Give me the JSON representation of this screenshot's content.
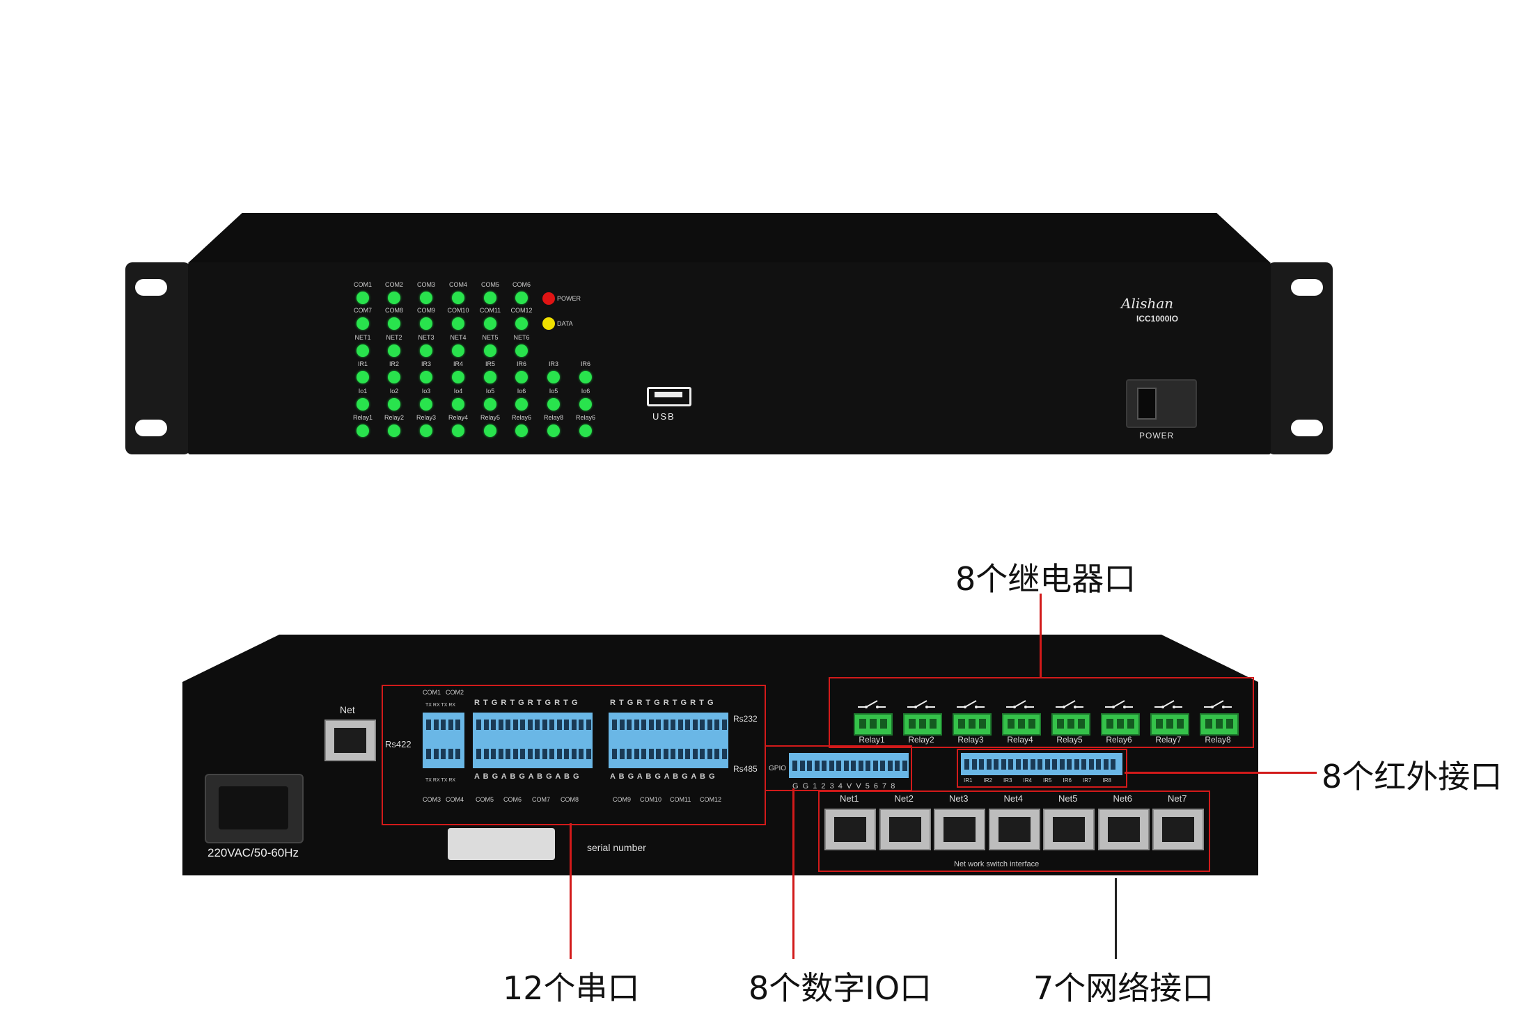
{
  "front": {
    "led_rows": [
      {
        "labels": [
          "COM1",
          "COM2",
          "COM3",
          "COM4",
          "COM5",
          "COM6"
        ],
        "count": 6
      },
      {
        "labels": [
          "COM7",
          "COM8",
          "COM9",
          "COM10",
          "COM11",
          "COM12"
        ],
        "count": 6
      },
      {
        "labels": [
          "NET1",
          "NET2",
          "NET3",
          "NET4",
          "NET5",
          "NET6"
        ],
        "count": 6
      },
      {
        "labels": [
          "IR1",
          "IR2",
          "IR3",
          "IR4",
          "IR5",
          "IR6",
          "IR3",
          "IR6"
        ],
        "count": 8
      },
      {
        "labels": [
          "Io1",
          "Io2",
          "Io3",
          "Io4",
          "Io5",
          "Io6",
          "Io5",
          "Io6"
        ],
        "count": 8
      },
      {
        "labels": [
          "Relay1",
          "Relay2",
          "Relay3",
          "Relay4",
          "Relay5",
          "Relay6",
          "Relay8",
          "Relay6"
        ],
        "count": 8
      }
    ],
    "power_led_label": "POWER",
    "data_led_label": "DATA",
    "usb_label": "USB",
    "brand": "Alishan",
    "model": "ICC1000IO",
    "power_switch_label": "POWER",
    "colors": {
      "led_green": "#29e34d",
      "led_power": "#e01414",
      "led_data": "#f0e000"
    }
  },
  "rear": {
    "net_label": "Net",
    "rs422_label": "Rs422",
    "rs232_label": "Rs232",
    "rs485_label": "Rs485",
    "gpio_label": "GPIO",
    "com_top_labels": [
      "COM1",
      "COM2"
    ],
    "com_top_sub": "TX  RX  TX  RX",
    "com_bottom_sub": "TX  RX  TX  RX",
    "com_bottom_labels": [
      "COM3",
      "COM4",
      "COM5",
      "COM6",
      "COM7",
      "COM8",
      "COM9",
      "COM10",
      "COM11",
      "COM12"
    ],
    "rtg_row_1": "R T G R T G R T G R T G",
    "rtg_row_2": "R T G R T G R T G R T G",
    "abg_row_1": "A B G A B G A B G A B G",
    "abg_row_2": "A B G A B G A B G A B G",
    "gpio_pins": "G G 1 2 3 4 V V 5 6 7 8",
    "ir_labels": [
      "IR1",
      "IR2",
      "IR3",
      "IR4",
      "IR5",
      "IR6",
      "IR7",
      "IR8"
    ],
    "relay_labels": [
      "Relay1",
      "Relay2",
      "Relay3",
      "Relay4",
      "Relay5",
      "Relay6",
      "Relay7",
      "Relay8"
    ],
    "net_ports": [
      "Net1",
      "Net2",
      "Net3",
      "Net4",
      "Net5",
      "Net6",
      "Net7"
    ],
    "network_switch_label": "Net work  switch interface",
    "power_input_label": "220VAC/50-60Hz",
    "serial_label": "serial number"
  },
  "callouts": {
    "relay": "8个继电器口",
    "ir": "8个红外接口",
    "serial": "12个串口",
    "io": "8个数字IO口",
    "network": "7个网络接口"
  },
  "colors": {
    "highlight": "#d21a1a",
    "terminal_blue": "#6ab7e6",
    "relay_green": "#35c24a"
  }
}
